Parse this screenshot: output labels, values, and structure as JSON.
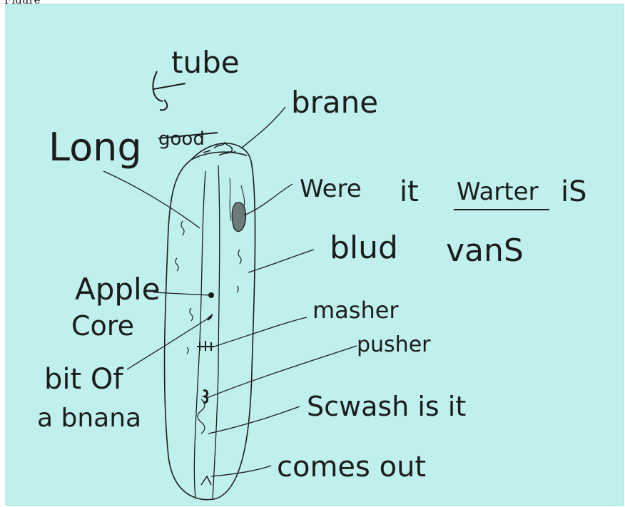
{
  "header_fragment": "Figure",
  "paper_color": "#bff0ee",
  "ink_color": "#1c1c1c",
  "labels": {
    "tube": "tube",
    "brane": "brane",
    "long": "Long",
    "long_crossed": "good",
    "where": "Were",
    "it": "it",
    "warter": "Warter",
    "is": "iS",
    "blud": "blud",
    "vans": "vanS",
    "apple": "Apple",
    "core": "Core",
    "masher": "masher",
    "pusher": "pusher",
    "bit_of": "bit Of",
    "a_bnana": "a bnana",
    "scwash": "Scwash is it",
    "comes_out": "comes out"
  }
}
